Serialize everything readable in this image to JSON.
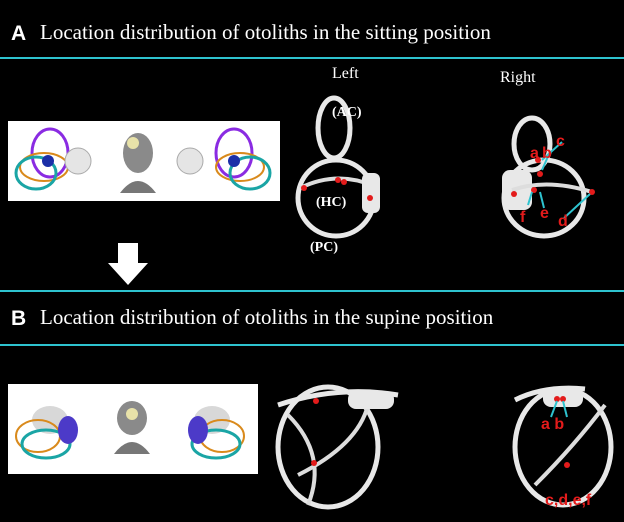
{
  "panel_a": {
    "letter": "A",
    "title": "Location distribution of otoliths in the sitting position",
    "left_label": "Left",
    "right_label": "Right",
    "canal_labels": {
      "ac": "(AC)",
      "hc": "(HC)",
      "pc": "(PC)"
    },
    "right_points": [
      "a",
      "b",
      "c",
      "d",
      "e",
      "f"
    ]
  },
  "panel_b": {
    "letter": "B",
    "title": "Location distribution of otoliths in the supine position",
    "right_points": {
      "ab": "a b",
      "cdef": "c,d,e,f"
    }
  },
  "colors": {
    "accent_line": "#2ec3cf",
    "otolith_red": "#e31b1b",
    "arrow_cyan": "#2ec3cf",
    "background": "#000000"
  }
}
